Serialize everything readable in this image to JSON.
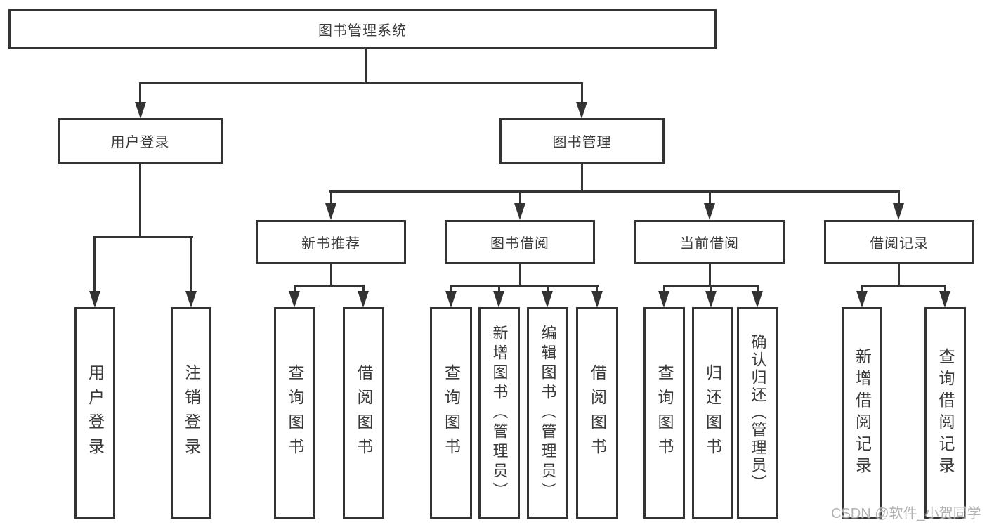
{
  "diagram": {
    "title_node": {
      "label": "图书管理系统"
    },
    "level2": [
      {
        "label": "用户登录"
      },
      {
        "label": "图书管理"
      }
    ],
    "level3": [
      {
        "label": "新书推荐"
      },
      {
        "label": "图书借阅"
      },
      {
        "label": "当前借阅"
      },
      {
        "label": "借阅记录"
      }
    ],
    "leaves": {
      "user_login": [
        "用户登录",
        "注销登录"
      ],
      "new_book": [
        "查询图书",
        "借阅图书"
      ],
      "book_borrow": [
        "查询图书",
        "新增图书（管理员）",
        "编辑图书（管理员）",
        "借阅图书"
      ],
      "current_borrow": [
        "查询图书",
        "归还图书",
        "确认归还（管理员）"
      ],
      "borrow_record": [
        "新增借阅记录",
        "查询借阅记录"
      ]
    },
    "watermark": "CSDN @软件_小贺同学",
    "colors": {
      "line": "#333333",
      "background": "#ffffff",
      "watermark_text": "#b3b3b3"
    }
  }
}
